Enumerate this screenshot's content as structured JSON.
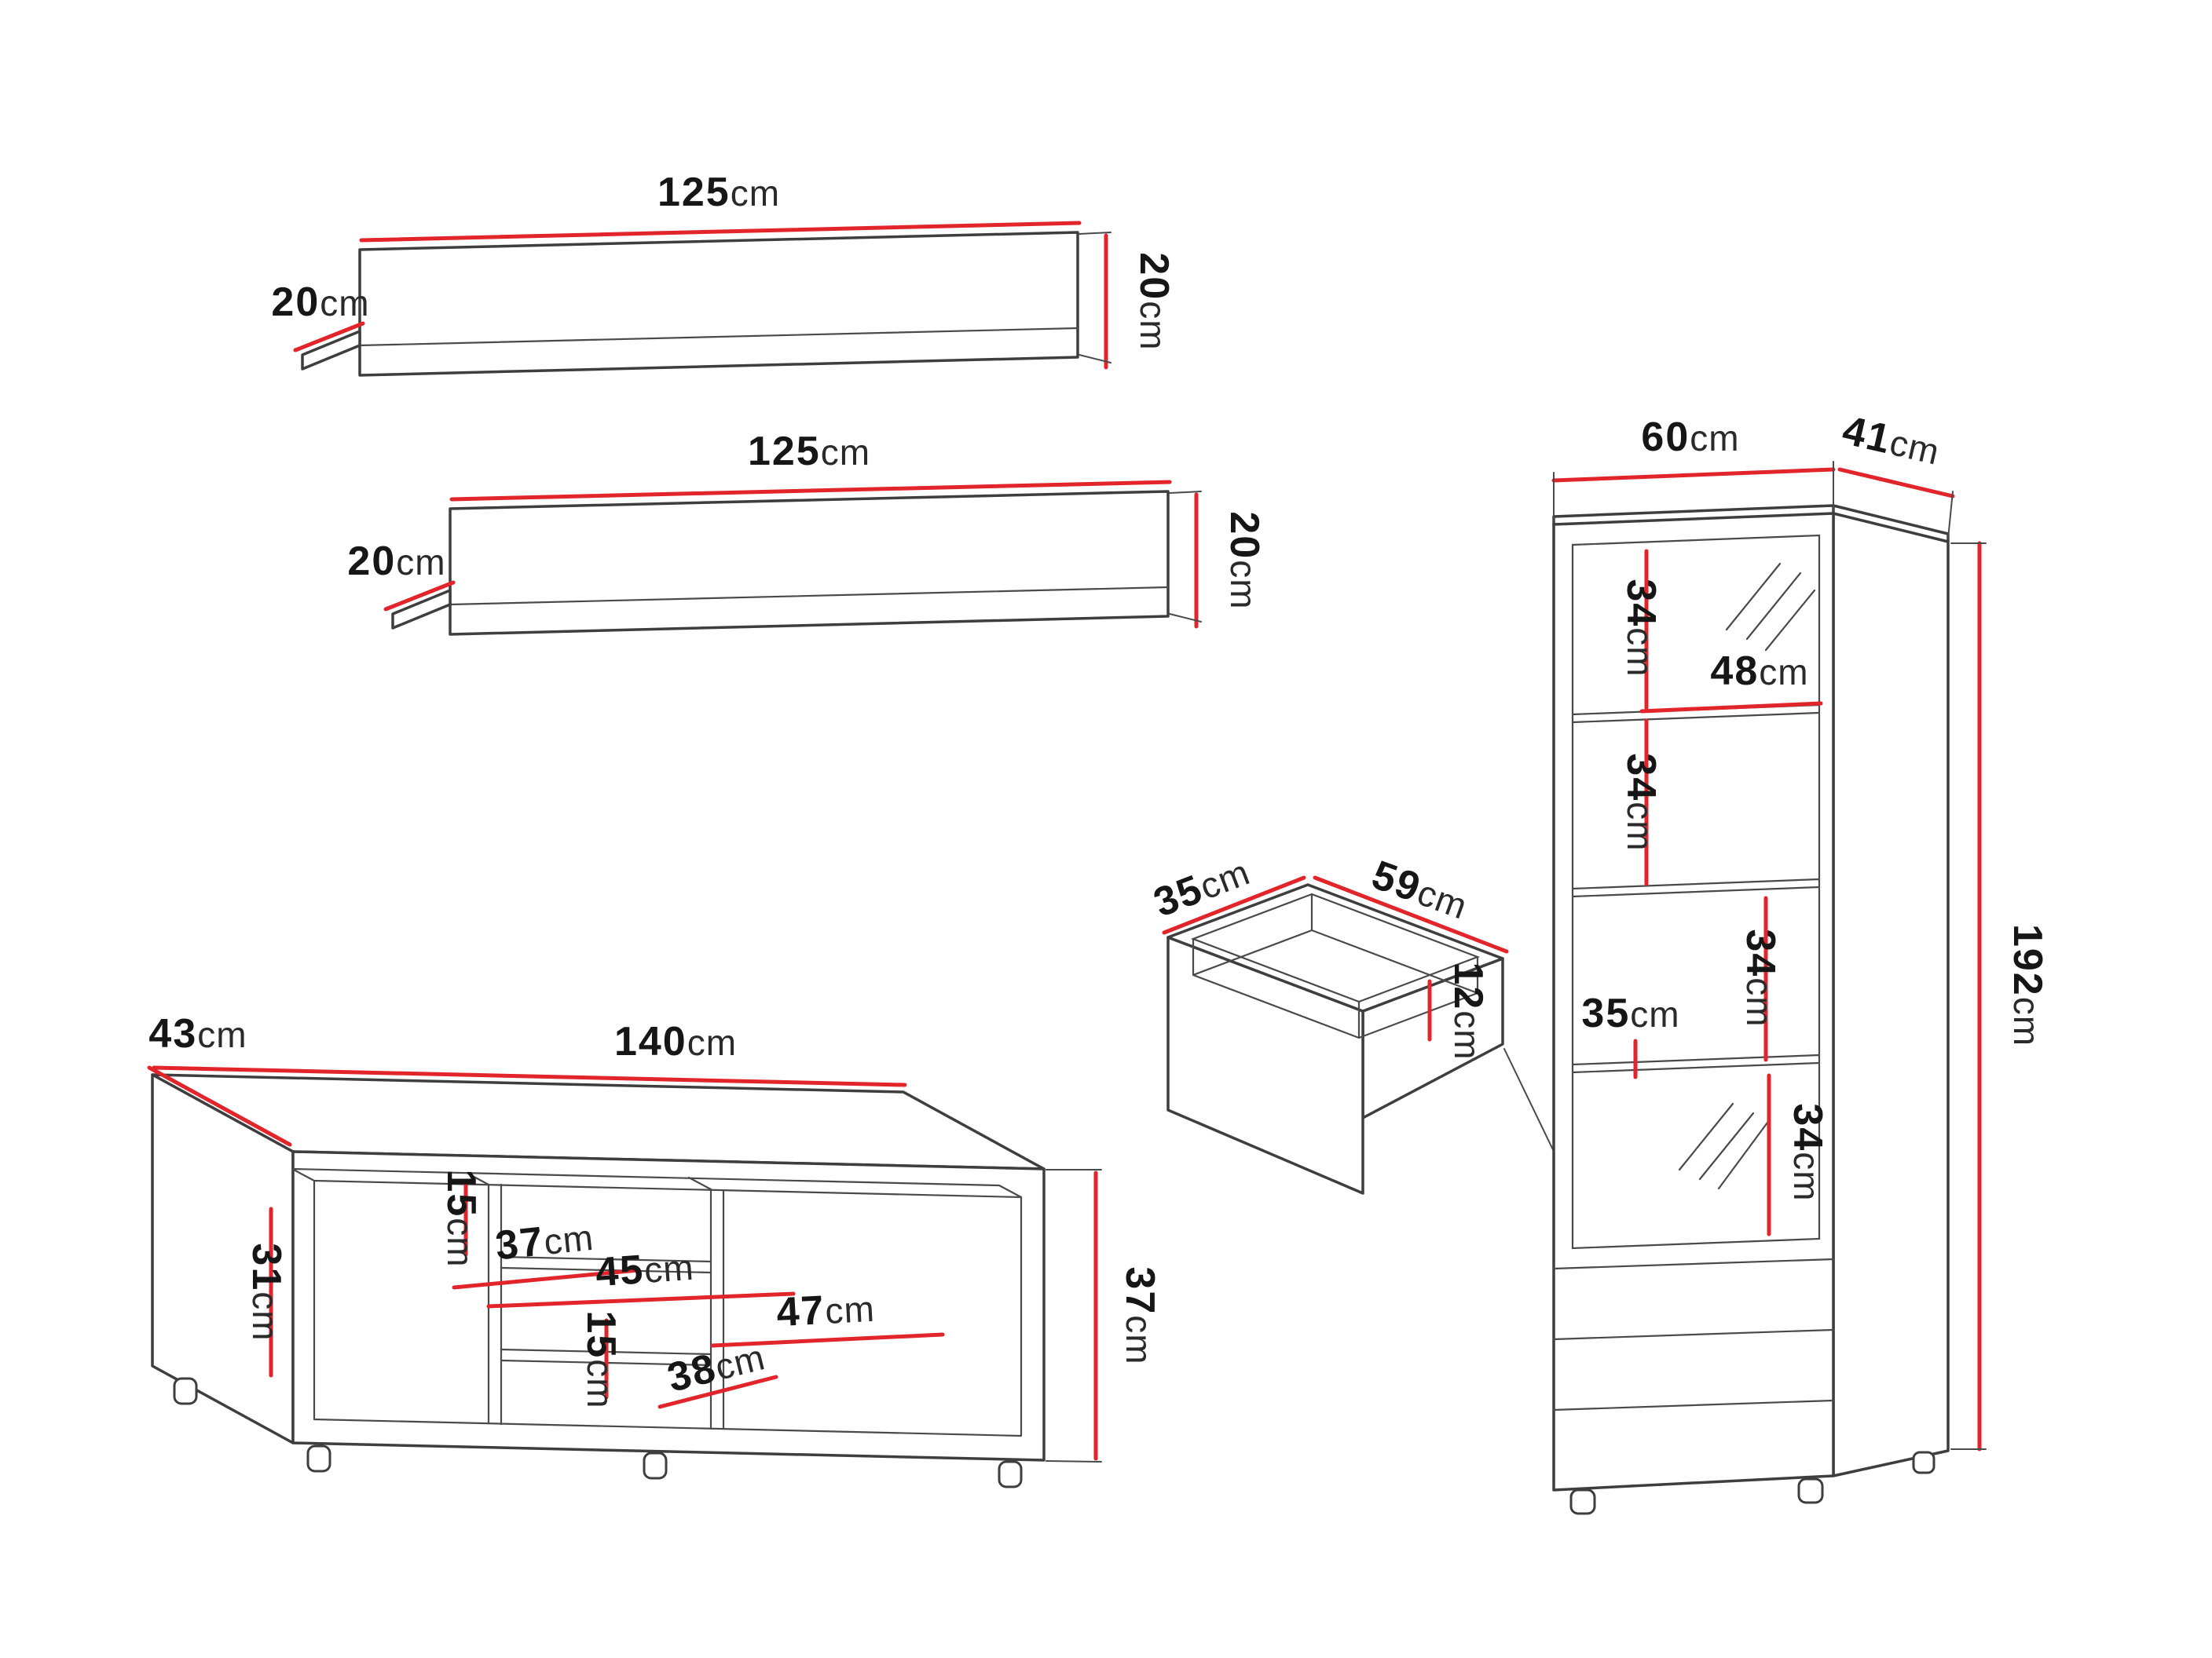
{
  "unit": "cm",
  "labels": {
    "shelf_top_width": "125",
    "shelf_top_depth": "20",
    "shelf_top_height": "20",
    "shelf_bottom_width": "125",
    "shelf_bottom_depth": "20",
    "shelf_bottom_height": "20",
    "tv_depth": "43",
    "tv_width": "140",
    "tv_left_compartment_height": "31",
    "tv_upper_gap": "15",
    "tv_shelf_width": "37",
    "tv_niche_width": "45",
    "tv_right_compartment_width": "47",
    "tv_lower_gap": "15",
    "tv_bottom_width": "38",
    "tv_height": "37",
    "drawer_depth": "35",
    "drawer_width": "59",
    "drawer_height": "12",
    "cabinet_width": "60",
    "cabinet_depth": "41",
    "cabinet_section1": "34",
    "cabinet_shelf_width": "48",
    "cabinet_section2": "34",
    "cabinet_section3": "34",
    "cabinet_mid_width": "35",
    "cabinet_section4": "34",
    "cabinet_height": "192"
  }
}
